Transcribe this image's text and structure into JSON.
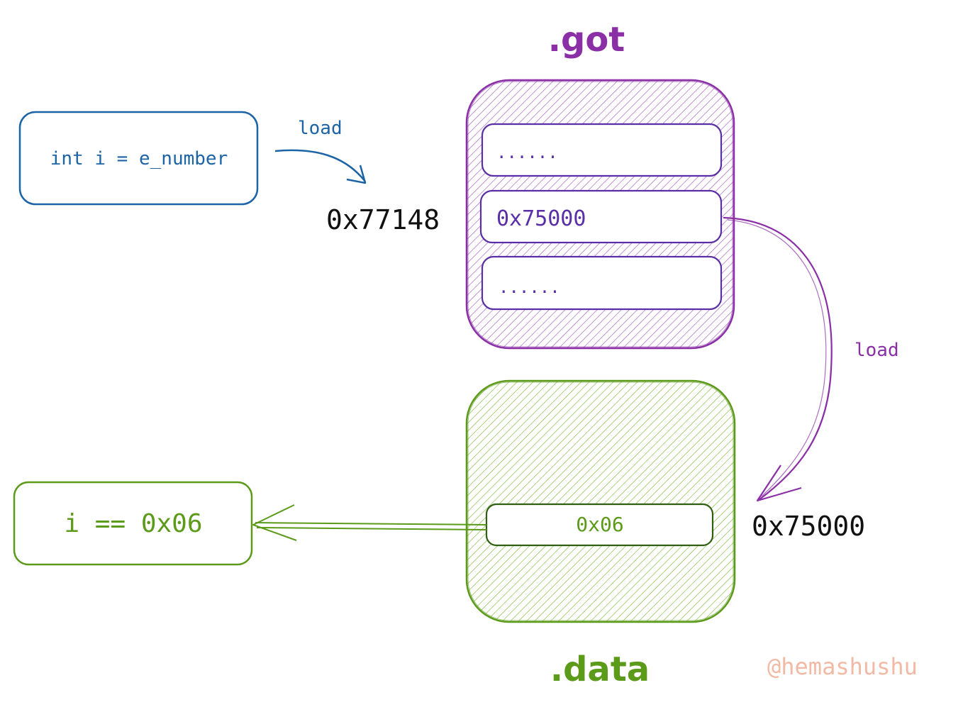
{
  "colors": {
    "blue": "#1c64a6",
    "purple": "#8a2fa6",
    "purple_dark": "#5a2ea6",
    "green": "#5c9a1a",
    "black": "#111111",
    "watermark": "#f2b9a5"
  },
  "got_section": {
    "title": ".got",
    "slots": [
      "......",
      "0x75000",
      "......"
    ],
    "address": "0x77148"
  },
  "data_section": {
    "title": ".data",
    "slot": "0x06",
    "address": "0x75000"
  },
  "code_box": {
    "text": "int i = e_number"
  },
  "result_box": {
    "text": "i == 0x06"
  },
  "arrows": {
    "load_blue": "load",
    "load_purple": "load"
  },
  "watermark": "@hemashushu"
}
